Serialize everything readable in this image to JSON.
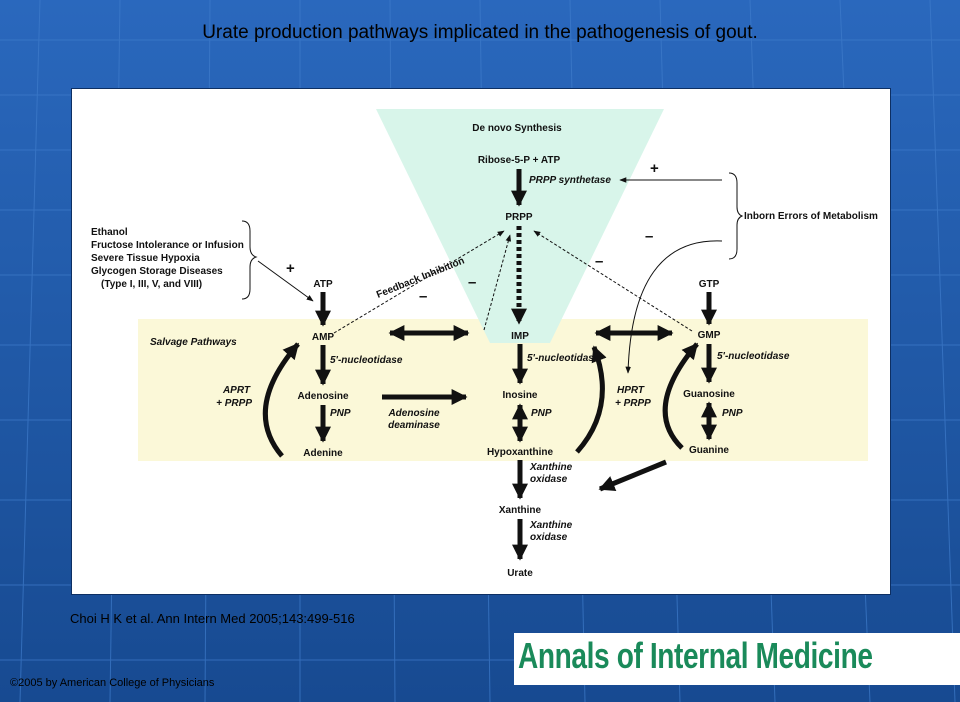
{
  "title": "Urate production pathways implicated in the pathogenesis of gout.",
  "citation": "Choi H K et al. Ann Intern Med 2005;143:499-516",
  "copyright": "©2005 by American College of Physicians",
  "logo_text": "Annals of Internal Medicine",
  "colors": {
    "background": "#1d57a8",
    "de_novo_fill": "#d8f5ea",
    "salvage_fill": "#fbf8d8",
    "logo_green": "#1a8a5a"
  },
  "diagram": {
    "de_novo_label": "De novo Synthesis",
    "salvage_label": "Salvage Pathways",
    "inborn_errors_label": "Inborn Errors of Metabolism",
    "feedback_label": "Feedback Inhibition",
    "risk_factors": [
      "Ethanol",
      "Fructose Intolerance or Infusion",
      "Severe Tissue Hypoxia",
      "Glycogen Storage Diseases",
      "(Type I, III, V, and VIII)"
    ],
    "nodes": {
      "ribose": "Ribose-5-P + ATP",
      "prpp": "PRPP",
      "atp": "ATP",
      "amp": "AMP",
      "adenosine": "Adenosine",
      "adenine": "Adenine",
      "imp": "IMP",
      "inosine": "Inosine",
      "hypoxanthine": "Hypoxanthine",
      "xanthine": "Xanthine",
      "urate": "Urate",
      "gtp": "GTP",
      "gmp": "GMP",
      "guanosine": "Guanosine",
      "guanine": "Guanine"
    },
    "enzymes": {
      "prpp_synthetase": "PRPP synthetase",
      "nucleotidase_amp": "5'-nucleotidase",
      "nucleotidase_imp": "5'-nucleotidase",
      "nucleotidase_gmp": "5'-nucleotidase",
      "pnp_adenosine": "PNP",
      "pnp_inosine": "PNP",
      "pnp_guanosine": "PNP",
      "adenosine_deaminase_1": "Adenosine",
      "adenosine_deaminase_2": "deaminase",
      "xo1_a": "Xanthine",
      "xo1_b": "oxidase",
      "xo2_a": "Xanthine",
      "xo2_b": "oxidase",
      "aprt_1": "APRT",
      "aprt_2": "+ PRPP",
      "hprt_1": "HPRT",
      "hprt_2": "+ PRPP"
    },
    "signs": {
      "plus": "+",
      "minus": "–"
    }
  }
}
